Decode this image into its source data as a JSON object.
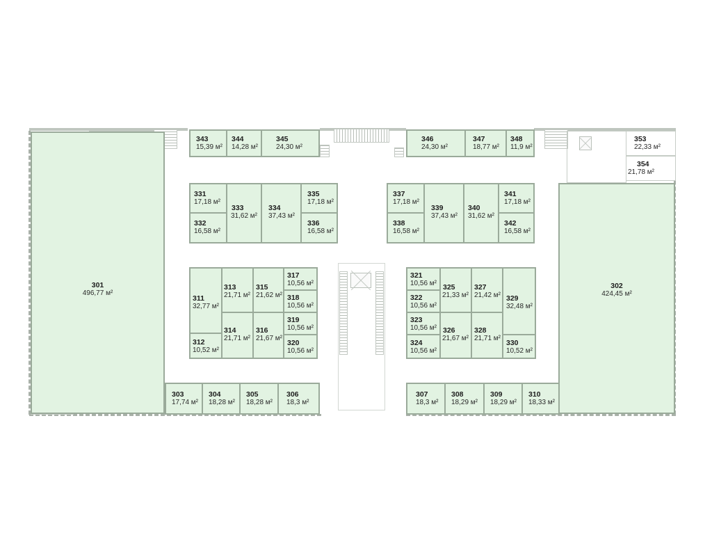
{
  "rooms": {
    "r301": {
      "num": "301",
      "area": "496,77 м²"
    },
    "r302": {
      "num": "302",
      "area": "424,45 м²"
    },
    "r303": {
      "num": "303",
      "area": "17,74 м²"
    },
    "r304": {
      "num": "304",
      "area": "18,28 м²"
    },
    "r305": {
      "num": "305",
      "area": "18,28 м²"
    },
    "r306": {
      "num": "306",
      "area": "18,3 м²"
    },
    "r307": {
      "num": "307",
      "area": "18,3 м²"
    },
    "r308": {
      "num": "308",
      "area": "18,29 м²"
    },
    "r309": {
      "num": "309",
      "area": "18,29 м²"
    },
    "r310": {
      "num": "310",
      "area": "18,33 м²"
    },
    "r311": {
      "num": "311",
      "area": "32,77 м²"
    },
    "r312": {
      "num": "312",
      "area": "10,52 м²"
    },
    "r313": {
      "num": "313",
      "area": "21,71 м²"
    },
    "r314": {
      "num": "314",
      "area": "21,71 м²"
    },
    "r315": {
      "num": "315",
      "area": "21,62 м²"
    },
    "r316": {
      "num": "316",
      "area": "21,67 м²"
    },
    "r317": {
      "num": "317",
      "area": "10,56 м²"
    },
    "r318": {
      "num": "318",
      "area": "10,56 м²"
    },
    "r319": {
      "num": "319",
      "area": "10,56 м²"
    },
    "r320": {
      "num": "320",
      "area": "10,56 м²"
    },
    "r321": {
      "num": "321",
      "area": "10,56 м²"
    },
    "r322": {
      "num": "322",
      "area": "10,56 м²"
    },
    "r323": {
      "num": "323",
      "area": "10,56 м²"
    },
    "r324": {
      "num": "324",
      "area": "10,56 м²"
    },
    "r325": {
      "num": "325",
      "area": "21,33 м²"
    },
    "r326": {
      "num": "326",
      "area": "21,67 м²"
    },
    "r327": {
      "num": "327",
      "area": "21,42 м²"
    },
    "r328": {
      "num": "328",
      "area": "21,71 м²"
    },
    "r329": {
      "num": "329",
      "area": "32,48 м²"
    },
    "r330": {
      "num": "330",
      "area": "10,52 м²"
    },
    "r331": {
      "num": "331",
      "area": "17,18 м²"
    },
    "r332": {
      "num": "332",
      "area": "16,58 м²"
    },
    "r333": {
      "num": "333",
      "area": "31,62 м²"
    },
    "r334": {
      "num": "334",
      "area": "37,43 м²"
    },
    "r335": {
      "num": "335",
      "area": "17,18 м²"
    },
    "r336": {
      "num": "336",
      "area": "16,58 м²"
    },
    "r337": {
      "num": "337",
      "area": "17,18 м²"
    },
    "r338": {
      "num": "338",
      "area": "16,58 м²"
    },
    "r339": {
      "num": "339",
      "area": "37,43 м²"
    },
    "r340": {
      "num": "340",
      "area": "31,62 м²"
    },
    "r341": {
      "num": "341",
      "area": "17,18 м²"
    },
    "r342": {
      "num": "342",
      "area": "16,58 м²"
    },
    "r343": {
      "num": "343",
      "area": "15,39 м²"
    },
    "r344": {
      "num": "344",
      "area": "14,28 м²"
    },
    "r345": {
      "num": "345",
      "area": "24,30 м²"
    },
    "r346": {
      "num": "346",
      "area": "24,30 м²"
    },
    "r347": {
      "num": "347",
      "area": "18,77 м²"
    },
    "r348": {
      "num": "348",
      "area": "11,9 м²"
    },
    "r353": {
      "num": "353",
      "area": "22,33 м²"
    },
    "r354": {
      "num": "354",
      "area": "21,78 м²"
    }
  },
  "colors": {
    "room_fill": "#e2f3e2",
    "room_border": "#9aaa9a",
    "wall": "#bfc6bf"
  }
}
